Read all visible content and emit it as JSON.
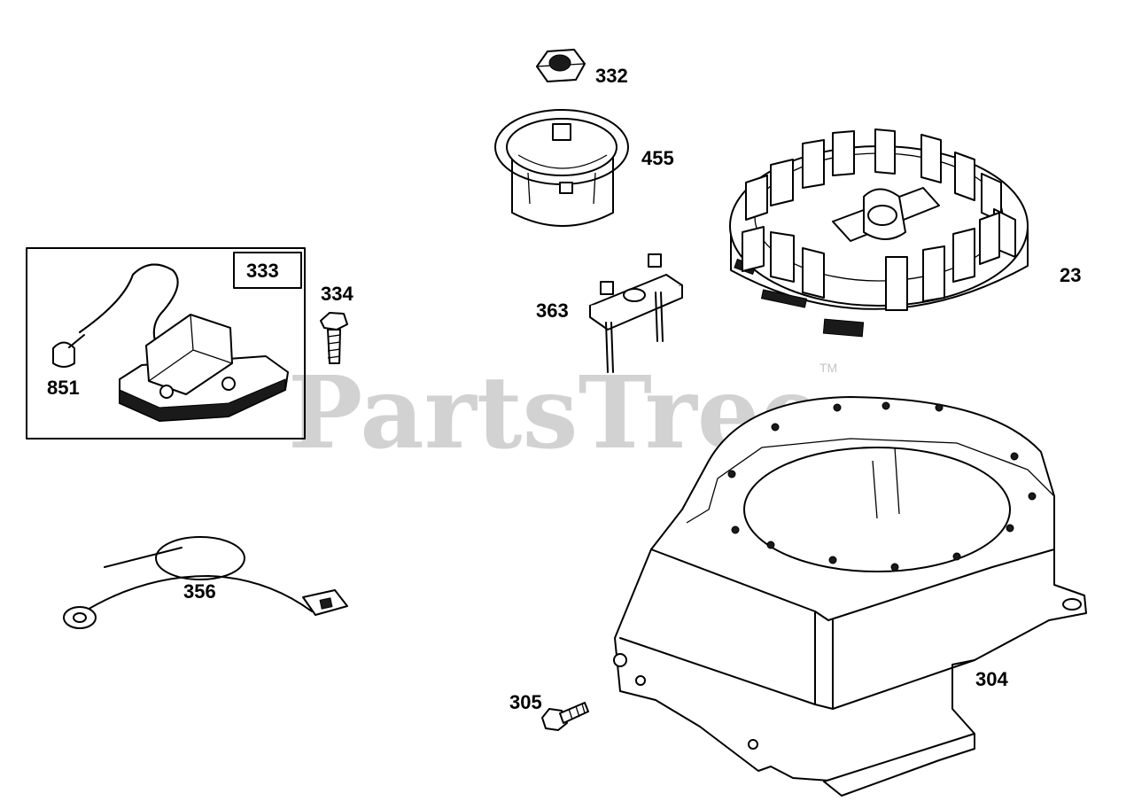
{
  "watermark": {
    "text": "PartsTree",
    "trademark": "TM"
  },
  "parts": [
    {
      "id": "332",
      "icon": "hex-nut-icon"
    },
    {
      "id": "455",
      "icon": "starter-cup-icon"
    },
    {
      "id": "23",
      "icon": "flywheel-icon"
    },
    {
      "id": "333",
      "icon": "ignition-armature-icon"
    },
    {
      "id": "851",
      "icon": "spark-plug-terminal-icon"
    },
    {
      "id": "334",
      "icon": "armature-screw-icon"
    },
    {
      "id": "363",
      "icon": "brake-bracket-icon"
    },
    {
      "id": "356",
      "icon": "ground-wire-icon"
    },
    {
      "id": "304",
      "icon": "blower-housing-icon"
    },
    {
      "id": "305",
      "icon": "housing-screw-icon"
    }
  ]
}
